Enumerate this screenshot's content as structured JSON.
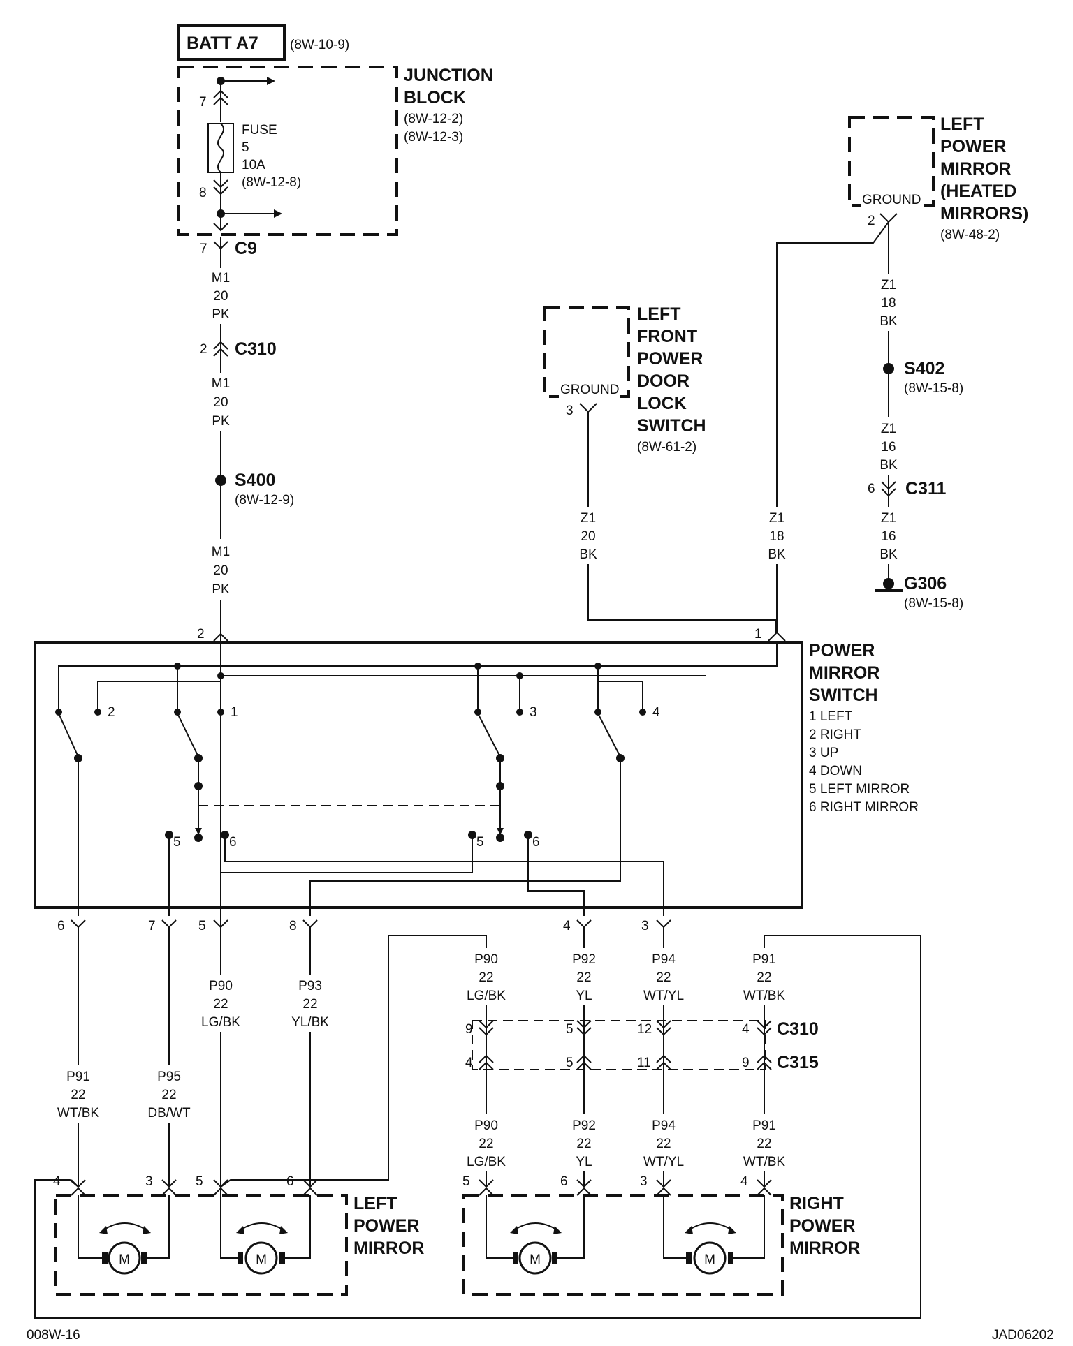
{
  "top": {
    "batt_label": "BATT A7",
    "batt_ref": "(8W-10-9)",
    "junction_block": [
      "JUNCTION",
      "BLOCK"
    ],
    "junction_refs": [
      "(8W-12-2)",
      "(8W-12-3)"
    ],
    "fuse_lines": [
      "FUSE",
      "5",
      "10A",
      "(8W-12-8)"
    ],
    "pin_7": "7",
    "pin_8": "8"
  },
  "feed": {
    "c9_pin": "7",
    "c9": "C9",
    "wire_a": [
      "M1",
      "20",
      "PK"
    ],
    "c310_pin": "2",
    "c310": "C310",
    "wire_b": [
      "M1",
      "20",
      "PK"
    ],
    "s400": "S400",
    "s400_ref": "(8W-12-9)",
    "wire_c": [
      "M1",
      "20",
      "PK"
    ],
    "sw_pin": "2"
  },
  "door_lock": {
    "lines": [
      "LEFT",
      "FRONT",
      "POWER",
      "DOOR",
      "LOCK",
      "SWITCH"
    ],
    "ref": "(8W-61-2)",
    "ground": "GROUND",
    "pin": "3",
    "wire": [
      "Z1",
      "20",
      "BK"
    ]
  },
  "heated_mirror": {
    "lines": [
      "LEFT",
      "POWER",
      "MIRROR",
      "(HEATED",
      "MIRRORS)"
    ],
    "ref": "(8W-48-2)",
    "ground": "GROUND",
    "pin": "2",
    "wire_down": [
      "Z1",
      "18",
      "BK"
    ],
    "s402": "S402",
    "s402_ref": "(8W-15-8)",
    "wire_mid": [
      "Z1",
      "16",
      "BK"
    ],
    "c311_pin": "6",
    "c311": "C311",
    "wire_low": [
      "Z1",
      "16",
      "BK"
    ],
    "g306": "G306",
    "g306_ref": "(8W-15-8)",
    "wire_to_switch": [
      "Z1",
      "18",
      "BK"
    ],
    "sw_pin": "1"
  },
  "switch": {
    "title": [
      "POWER",
      "MIRROR",
      "SWITCH"
    ],
    "legend": [
      "1 LEFT",
      "2 RIGHT",
      "3 UP",
      "4 DOWN",
      "5 LEFT MIRROR",
      "6 RIGHT MIRROR"
    ],
    "contacts": [
      "2",
      "1",
      "3",
      "4"
    ],
    "selector": [
      "5",
      "6",
      "5",
      "6"
    ]
  },
  "outputs": [
    {
      "pin": "6",
      "wire": [
        "P91",
        "22",
        "WT/BK"
      ]
    },
    {
      "pin": "7",
      "wire": [
        "P95",
        "22",
        "DB/WT"
      ]
    },
    {
      "pin": "5",
      "wire": [
        "P90",
        "22",
        "LG/BK"
      ]
    },
    {
      "pin": "8",
      "wire": [
        "P93",
        "22",
        "YL/BK"
      ]
    },
    {
      "pin": "4",
      "wire": [
        "P92",
        "22",
        "YL"
      ]
    },
    {
      "pin": "3",
      "wire": [
        "P94",
        "22",
        "WT/YL"
      ]
    }
  ],
  "right_upper": [
    {
      "wire": [
        "P90",
        "22",
        "LG/BK"
      ],
      "c310_pin": "9",
      "c315_pin": "4"
    },
    {
      "wire": [
        "P92",
        "22",
        "YL"
      ],
      "c310_pin": "5",
      "c315_pin": "5"
    },
    {
      "wire": [
        "P94",
        "22",
        "WT/YL"
      ],
      "c310_pin": "12",
      "c315_pin": "11"
    },
    {
      "wire": [
        "P91",
        "22",
        "WT/BK"
      ],
      "c310_pin": "4",
      "c315_pin": "9"
    }
  ],
  "right_connectors": {
    "c310": "C310",
    "c315": "C315"
  },
  "right_lower": [
    {
      "wire": [
        "P90",
        "22",
        "LG/BK"
      ],
      "pin": "5"
    },
    {
      "wire": [
        "P92",
        "22",
        "YL"
      ],
      "pin": "6"
    },
    {
      "wire": [
        "P94",
        "22",
        "WT/YL"
      ],
      "pin": "3"
    },
    {
      "wire": [
        "P91",
        "22",
        "WT/BK"
      ],
      "pin": "4"
    }
  ],
  "left_mirror": {
    "title": [
      "LEFT",
      "POWER",
      "MIRROR"
    ],
    "pins": [
      "4",
      "3",
      "5",
      "6"
    ],
    "motor": "M"
  },
  "right_mirror": {
    "title": [
      "RIGHT",
      "POWER",
      "MIRROR"
    ],
    "motor": "M"
  },
  "footer": {
    "left": "008W-16",
    "right": "JAD06202"
  }
}
